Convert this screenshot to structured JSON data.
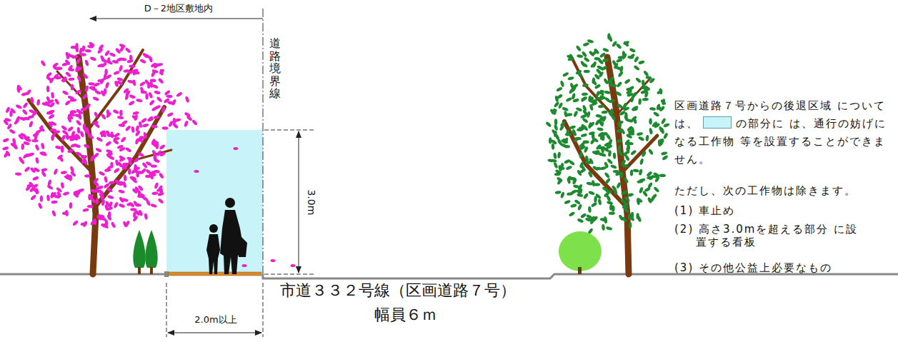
{
  "diagram": {
    "labels": [
      "D－2地区敷地内",
      "道路境界線",
      "3.0m",
      "2.0m以上",
      "市道３３２号線（区画道路７号）",
      "幅員６ｍ",
      "区画道路７号からの後退区域 については、",
      "ただし、次の工作物は除きます。",
      "(1) 車止め",
      "(2) 高さ3.0mを超える部分 に設置する看板",
      "(3) その他公益上必要なもの"
    ],
    "legend": [
      {
        "text": "の部分に は、通行の妨げになる工作物 等を設置することができません。",
        "color": "#c8f3f8"
      }
    ]
  }
}
